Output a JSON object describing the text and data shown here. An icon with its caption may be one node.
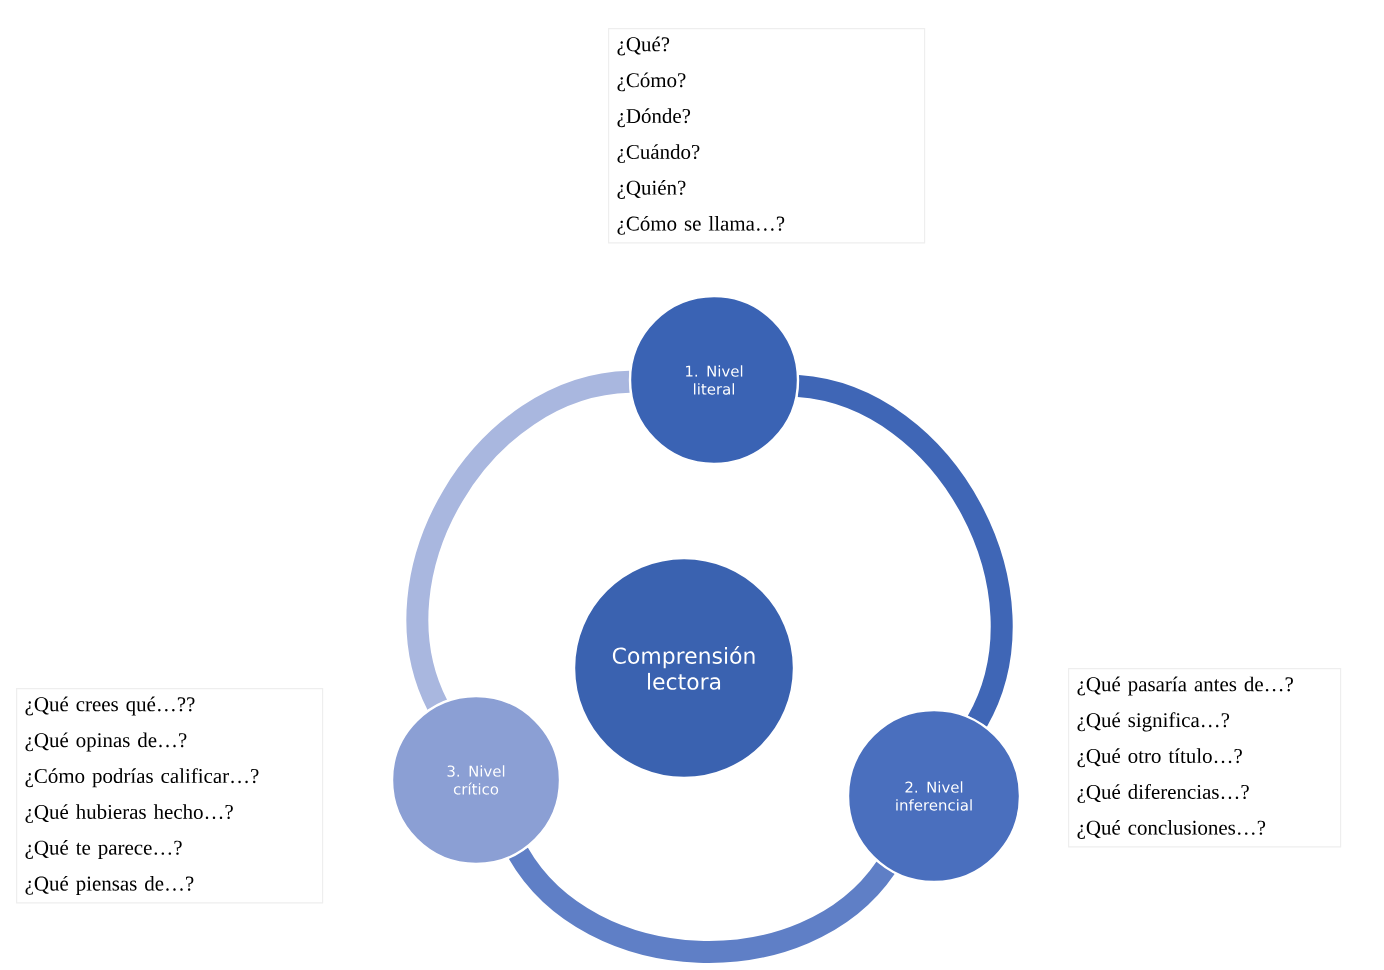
{
  "diagram": {
    "nodes": [
      {
        "text": [
          "Comprensión lectora"
        ]
      },
      {
        "text": [
          "1. Nivel literal"
        ]
      },
      {
        "text": [
          "2. Nivel inferencial"
        ]
      },
      {
        "text": [
          "3. Nivel crítico"
        ]
      },
      {
        "text": [
          "¿Qué?",
          "¿Cómo?",
          "¿Dónde?",
          "¿Cuándo?",
          "¿Quién?",
          "¿Cómo se llama…?"
        ]
      },
      {
        "text": [
          "¿Qué crees qué…??",
          "¿Qué opinas de…?",
          "¿Cómo podrías calificar…?",
          "¿Qué hubieras hecho…?",
          "¿Qué te parece…?",
          "¿Qué piensas de…?"
        ]
      },
      {
        "text": [
          "¿Qué pasaría antes de…?",
          "¿Qué significa…?",
          "¿Qué otro título…?",
          "¿Qué diferencias…?",
          "¿Qué conclusiones…?"
        ]
      }
    ],
    "edges": [
      {
        "from": 1,
        "to": 2,
        "arrow": "none",
        "color": "#3f66b6"
      },
      {
        "from": 2,
        "to": 3,
        "arrow": "none",
        "color": "#5f7fc6"
      },
      {
        "from": 3,
        "to": 1,
        "arrow": "none",
        "color": "#a9b7df"
      }
    ]
  }
}
